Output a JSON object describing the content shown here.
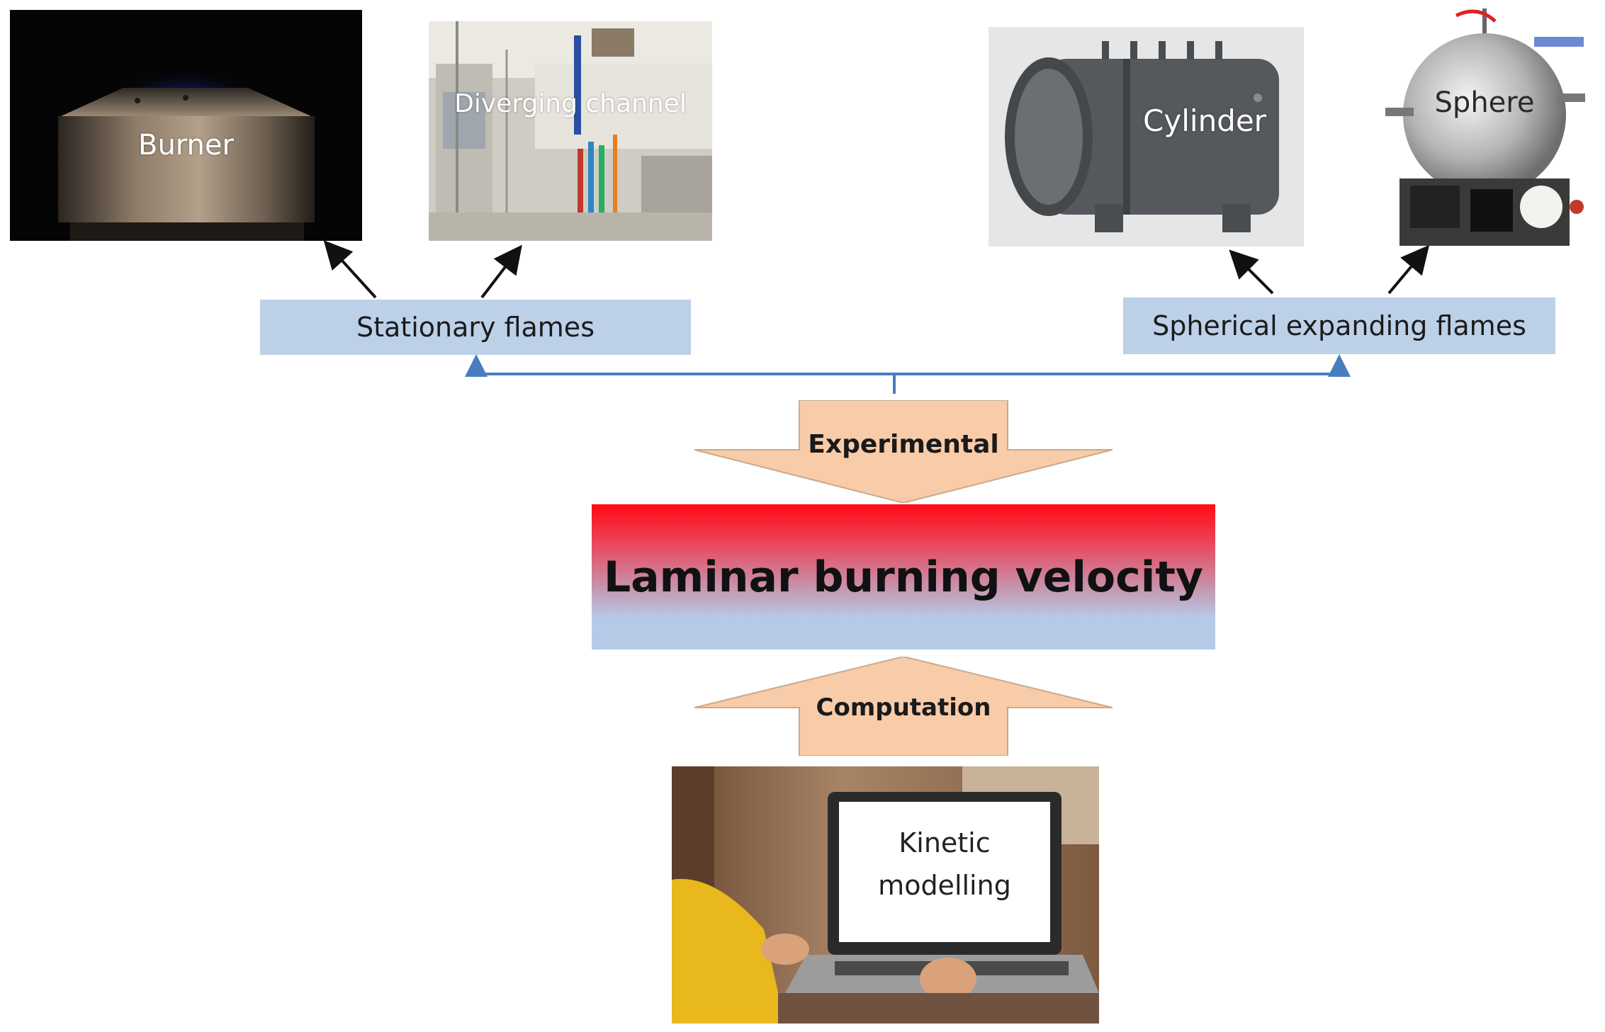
{
  "photos": {
    "burner": "Burner",
    "diverging": "Diverging channel",
    "cylinder": "Cylinder",
    "sphere": "Sphere",
    "kinetic_line1": "Kinetic",
    "kinetic_line2": "modelling"
  },
  "categories": {
    "stationary": "Stationary flames",
    "spherical": "Spherical expanding flames"
  },
  "arrows": {
    "experimental": "Experimental",
    "computation": "Computation"
  },
  "central": "Laminar burning velocity",
  "colors": {
    "category_fill": "#bcd0e8",
    "connector_line": "#4a7cc0",
    "big_arrow_fill": "#f8cba9",
    "central_top": "#ff0a14",
    "central_bottom": "#b6cbe9"
  }
}
